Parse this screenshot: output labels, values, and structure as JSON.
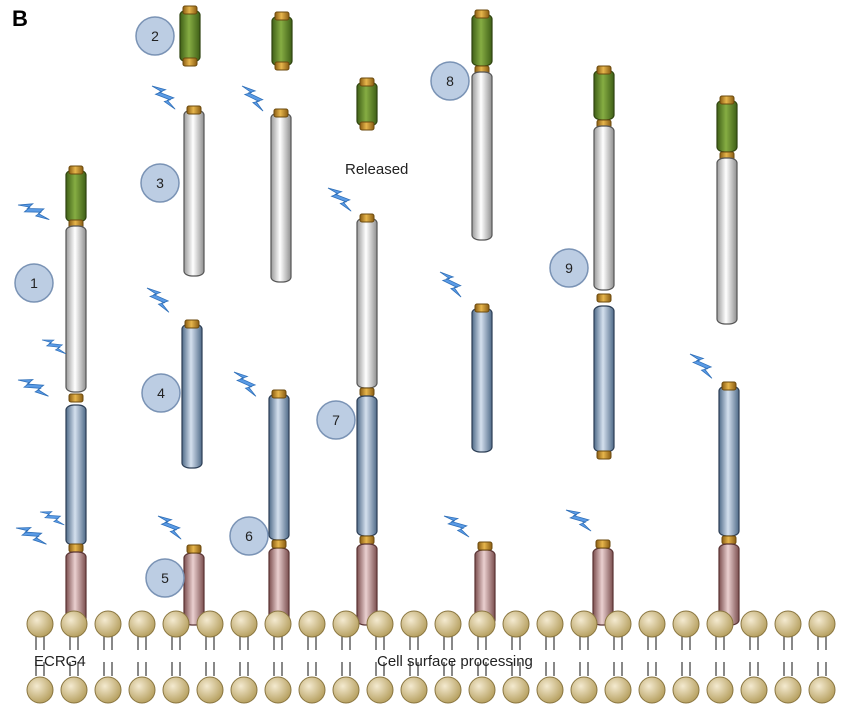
{
  "panel_label": "B",
  "membrane_label": "ECRG4",
  "process_label": "Cell surface processing",
  "released_label": "Released",
  "step_numbers": [
    "1",
    "2",
    "3",
    "4",
    "5",
    "6",
    "7",
    "8",
    "9"
  ],
  "colors": {
    "green_segment": "#6f9630",
    "white_segment": "#e8e8e8",
    "blue_segment": "#9fb3c8",
    "pink_segment": "#c9a0a0",
    "cap": "#c8962a",
    "circle_fill": "#bccde3",
    "circle_stroke": "#7a93b5",
    "lipid_head": "#d7c48e",
    "tag": "#5a9be6"
  }
}
